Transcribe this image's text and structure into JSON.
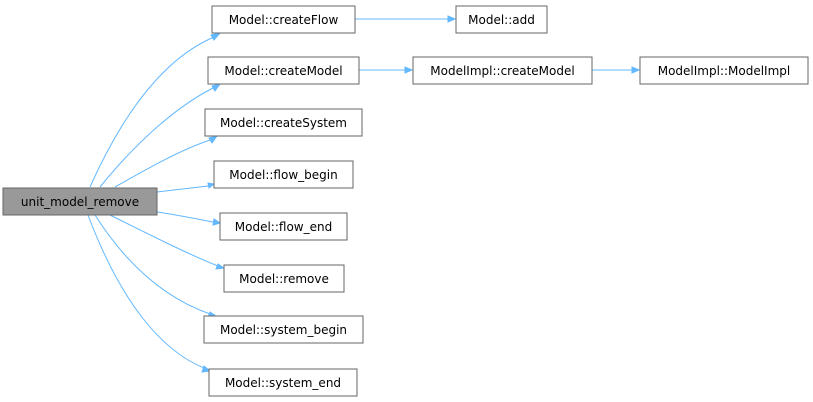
{
  "diagram": {
    "nodes": {
      "root": "unit_model_remove",
      "createFlow": "Model::createFlow",
      "add": "Model::add",
      "createModel": "Model::createModel",
      "implCreateModel": "ModelImpl::createModel",
      "implCtor": "ModelImpl::ModelImpl",
      "createSystem": "Model::createSystem",
      "flowBegin": "Model::flow_begin",
      "flowEnd": "Model::flow_end",
      "remove": "Model::remove",
      "systemBegin": "Model::system_begin",
      "systemEnd": "Model::system_end"
    },
    "edges": [
      [
        "root",
        "createFlow"
      ],
      [
        "root",
        "createModel"
      ],
      [
        "root",
        "createSystem"
      ],
      [
        "root",
        "flowBegin"
      ],
      [
        "root",
        "flowEnd"
      ],
      [
        "root",
        "remove"
      ],
      [
        "root",
        "systemBegin"
      ],
      [
        "root",
        "systemEnd"
      ],
      [
        "createFlow",
        "add"
      ],
      [
        "createModel",
        "implCreateModel"
      ],
      [
        "implCreateModel",
        "implCtor"
      ]
    ],
    "colors": {
      "edge": "#63b8ff",
      "node_border": "#666666",
      "root_fill": "#999999",
      "node_fill": "#ffffff"
    }
  }
}
